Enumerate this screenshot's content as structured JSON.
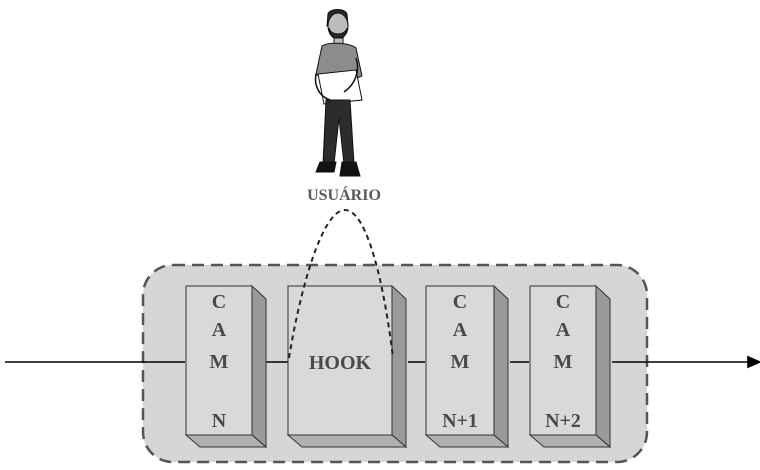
{
  "user": {
    "label": "USUÁRIO",
    "icon": "person-holding-laptop-icon"
  },
  "blocks": [
    {
      "id": "cam-n",
      "letters": [
        "C",
        "A",
        "M"
      ],
      "suffix": "N"
    },
    {
      "id": "hook",
      "label": "HOOK"
    },
    {
      "id": "cam-n1",
      "letters": [
        "C",
        "A",
        "M"
      ],
      "suffix": "N+1"
    },
    {
      "id": "cam-n2",
      "letters": [
        "C",
        "A",
        "M"
      ],
      "suffix": "N+2"
    }
  ],
  "colors": {
    "container_fill": "#d6d6d6",
    "container_border": "#555555",
    "block_front": "#d9d9d9",
    "block_side": "#9a9a9a",
    "block_top": "#c4c4c4",
    "line": "#000000",
    "text": "#4a4a4a"
  }
}
